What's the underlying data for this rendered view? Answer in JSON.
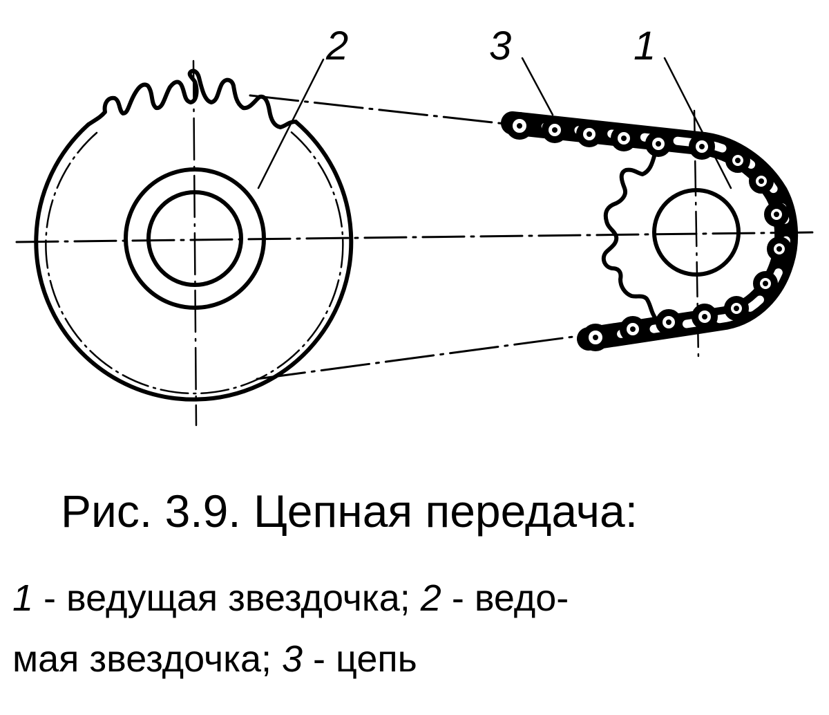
{
  "figure": {
    "title": "Рис. 3.9. Цепная передача:",
    "callouts": [
      {
        "number": "2",
        "target": "driven-sprocket"
      },
      {
        "number": "3",
        "target": "chain"
      },
      {
        "number": "1",
        "target": "driving-sprocket"
      }
    ],
    "legend_line1": {
      "n1": "1",
      "t1": " - ведущая звездочка; ",
      "n2": "2",
      "t2": " - ведо-"
    },
    "legend_line2": {
      "t1": "мая звездочка; ",
      "n3": "3",
      "t2": " - цепь"
    }
  },
  "colors": {
    "ink": "#000000",
    "paper": "#ffffff"
  }
}
